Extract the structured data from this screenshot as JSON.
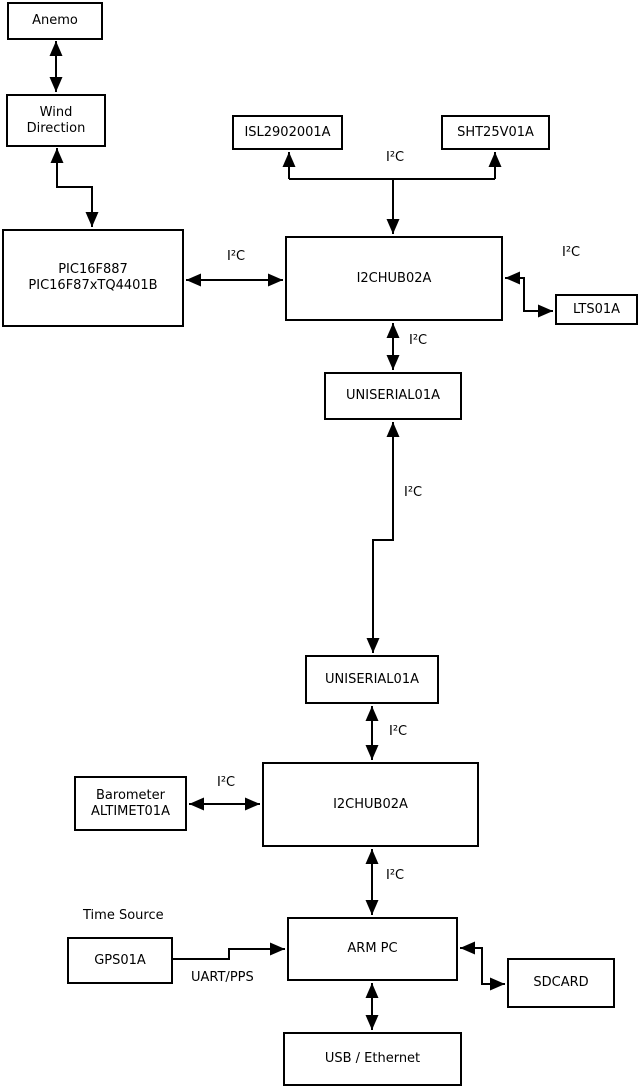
{
  "diagram": {
    "type": "block-diagram",
    "nodes": {
      "anemo": {
        "label": "Anemo"
      },
      "wind_direction": {
        "line1": "Wind",
        "line2": "Direction"
      },
      "pic": {
        "line1": "PIC16F887",
        "line2": "PIC16F87xTQ4401B"
      },
      "isl": {
        "label": "ISL2902001A"
      },
      "sht": {
        "label": "SHT25V01A"
      },
      "i2c_hub_top": {
        "label": "I2CHUB02A"
      },
      "lts": {
        "label": "LTS01A"
      },
      "uniserial_top": {
        "label": "UNISERIAL01A"
      },
      "uniserial_bottom": {
        "label": "UNISERIAL01A"
      },
      "i2c_hub_bottom": {
        "label": "I2CHUB02A"
      },
      "barometer": {
        "line1": "Barometer",
        "line2": "ALTIMET01A"
      },
      "gps": {
        "label": "GPS01A"
      },
      "arm_pc": {
        "label": "ARM PC"
      },
      "sdcard": {
        "label": "SDCARD"
      },
      "usb_ethernet": {
        "label": "USB / Ethernet"
      }
    },
    "edge_labels": {
      "i2c_sensors": "I²C",
      "i2c_pic_hub": "I²C",
      "i2c_hub_lts": "I²C",
      "i2c_hub1_uniserial": "I²C",
      "i2c_long_link": "I²C",
      "i2c_uniserial_hub2": "I²C",
      "i2c_barometer": "I²C",
      "i2c_hub2_armpc": "I²C",
      "time_source": "Time Source",
      "uart_pps": "UART/PPS"
    },
    "colors": {
      "line": "#000000",
      "box_border": "#000000",
      "box_fill": "#ffffff",
      "background": "#ffffff",
      "text": "#000000"
    }
  }
}
